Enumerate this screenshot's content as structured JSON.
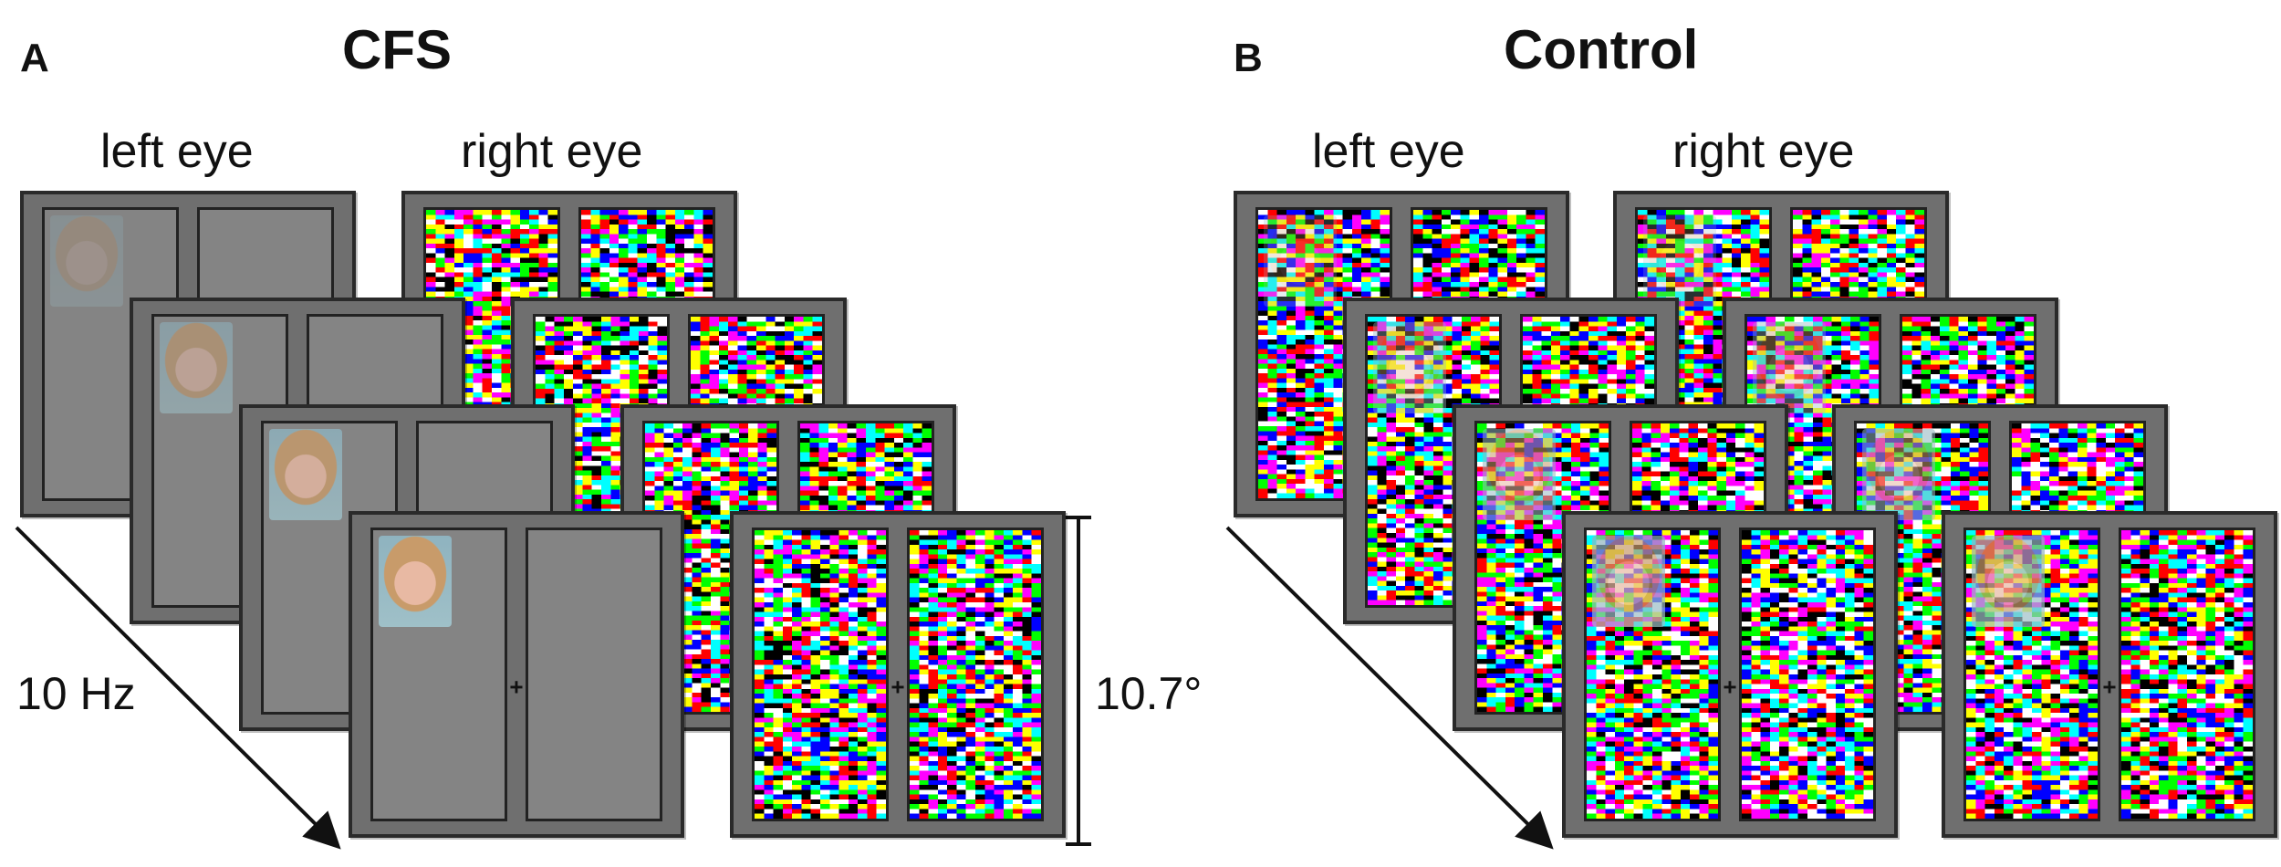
{
  "panels": [
    {
      "letter": "A",
      "title": "CFS",
      "left_eye_label": "left eye",
      "right_eye_label": "right eye",
      "frequency_label": "10 Hz",
      "size_label": "10.7°",
      "left_content": "face-on-gray",
      "right_content": "mondrian"
    },
    {
      "letter": "B",
      "title": "Control",
      "left_eye_label": "left eye",
      "right_eye_label": "right eye",
      "left_content": "face-on-mondrian",
      "right_content": "face-on-mondrian"
    }
  ],
  "fixation_symbol": "+",
  "mondrian_colors": [
    "#ff0000",
    "#00ff00",
    "#0000ff",
    "#ff00ff",
    "#00ffff",
    "#ffff00",
    "#000000",
    "#ffffff"
  ]
}
